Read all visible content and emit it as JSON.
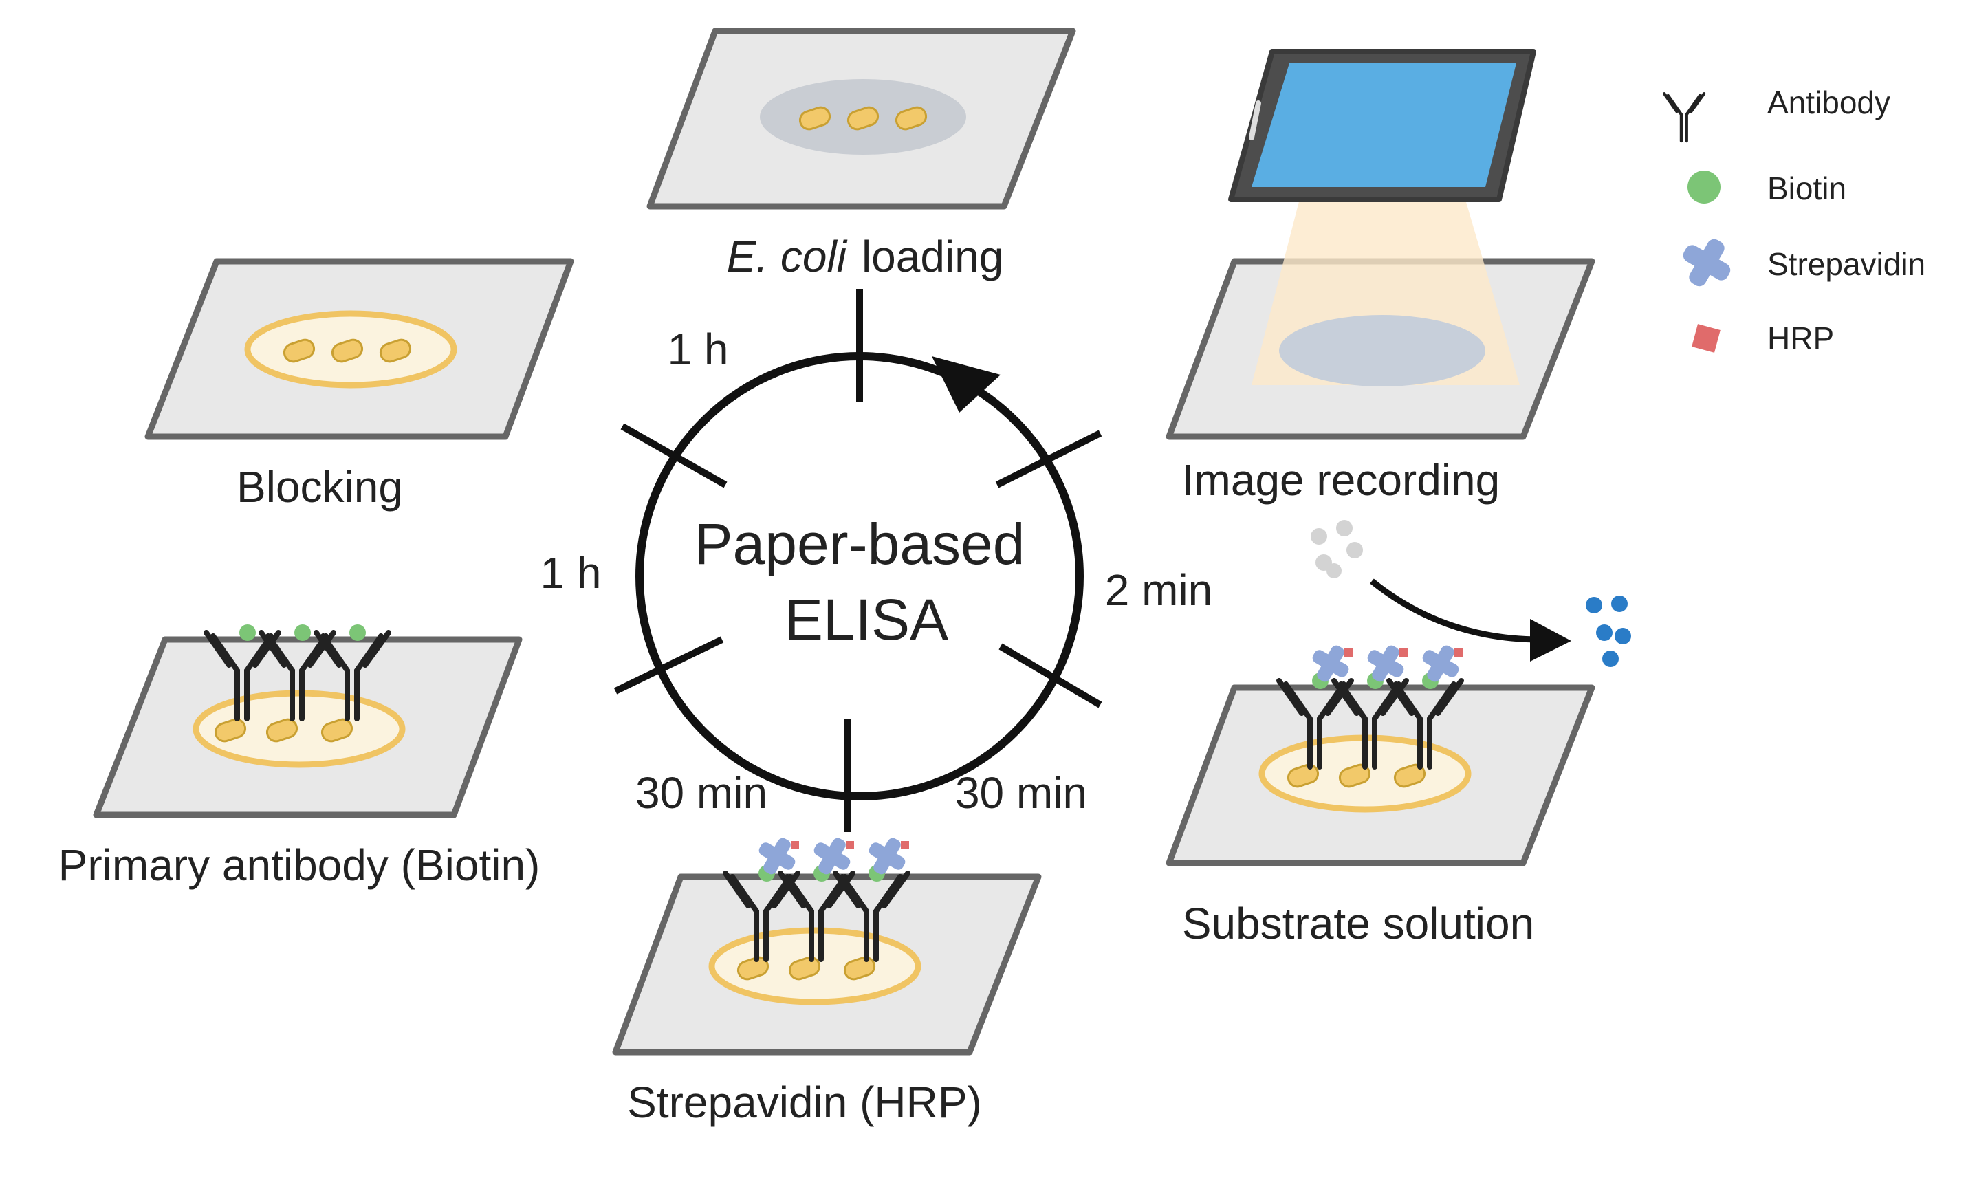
{
  "center": {
    "line1": "Paper-based",
    "line2": "ELISA"
  },
  "steps": {
    "ecoli": {
      "italic": "E. coli",
      "rest": "loading"
    },
    "blocking": "Blocking",
    "primary": "Primary antibody (Biotin)",
    "strepavidin": "Strepavidin (HRP)",
    "substrate": "Substrate solution",
    "image": "Image recording"
  },
  "times": {
    "t1": "1 h",
    "t2": "1 h",
    "t3": "30 min",
    "t4": "30 min",
    "t5": "2 min"
  },
  "legend": {
    "antibody": "Antibody",
    "biotin": "Biotin",
    "strepavidin": "Strepavidin",
    "hrp": "HRP"
  },
  "colors": {
    "paper": "#e8e8e8",
    "paper_border": "#666666",
    "ecoli": "#f2c96a",
    "biotin": "#7cc576",
    "strepavidin": "#8ea6d8",
    "hrp": "#e06b6b",
    "phone_screen": "#5aaee3",
    "product_dots": "#2a7cc7"
  }
}
